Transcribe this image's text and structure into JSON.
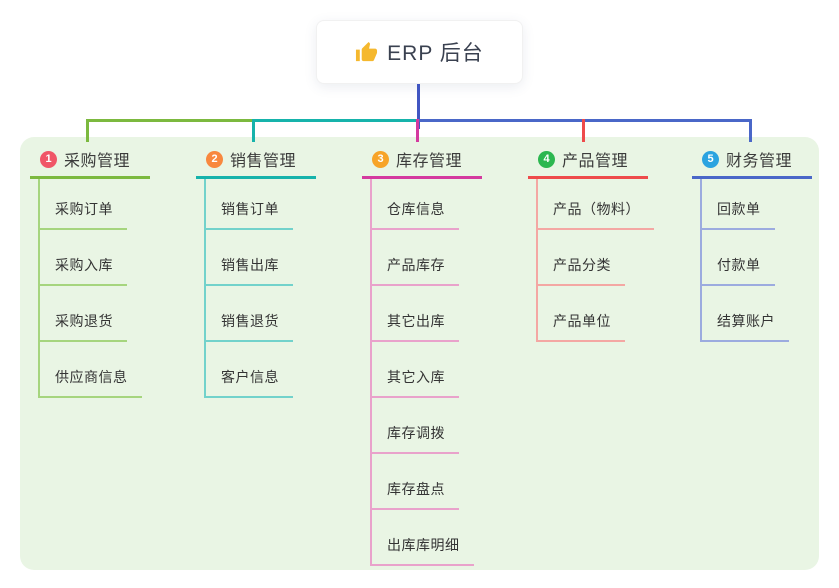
{
  "root_node": {
    "label": "ERP 后台",
    "icon": "thumbs-up",
    "icon_color": "#f5b82e",
    "connector_color": "#4156c2"
  },
  "panel": {
    "background": "#e9f5e4"
  },
  "branches": [
    {
      "num": "1",
      "label": "采购管理",
      "badge_color": "#f05667",
      "line_color": "#7cb93f",
      "light_line_color": "#a6d57e",
      "children": [
        "采购订单",
        "采购入库",
        "采购退货",
        "供应商信息"
      ]
    },
    {
      "num": "2",
      "label": "销售管理",
      "badge_color": "#f8883e",
      "line_color": "#16b3ab",
      "light_line_color": "#72d2cb",
      "children": [
        "销售订单",
        "销售出库",
        "销售退货",
        "客户信息"
      ]
    },
    {
      "num": "3",
      "label": "库存管理",
      "badge_color": "#f7a428",
      "line_color": "#d43a9f",
      "light_line_color": "#e9a2cb",
      "children": [
        "仓库信息",
        "产品库存",
        "其它出库",
        "其它入库",
        "库存调拨",
        "库存盘点",
        "出库库明细"
      ]
    },
    {
      "num": "4",
      "label": "产品管理",
      "badge_color": "#2cb750",
      "line_color": "#ee4b4b",
      "light_line_color": "#f4a7a3",
      "children": [
        "产品（物料）",
        "产品分类",
        "产品单位"
      ]
    },
    {
      "num": "5",
      "label": "财务管理",
      "badge_color": "#2ba3e0",
      "line_color": "#4a67c8",
      "light_line_color": "#9cabdf",
      "children": [
        "回款单",
        "付款单",
        "结算账户"
      ]
    }
  ]
}
